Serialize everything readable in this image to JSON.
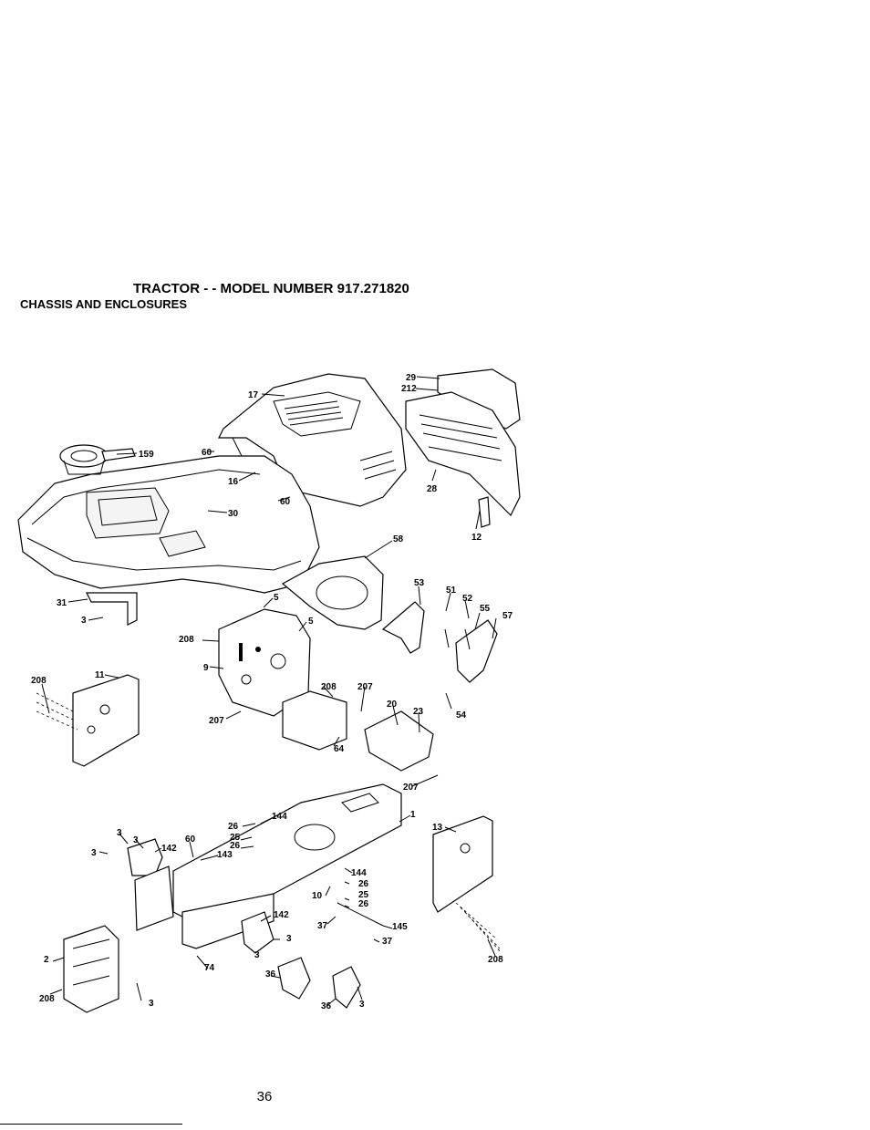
{
  "page": {
    "title": "TRACTOR - - MODEL NUMBER 917.271820",
    "subtitle": "CHASSIS AND ENCLOSURES",
    "page_number": "36"
  },
  "callouts": [
    {
      "id": "c17",
      "text": "17"
    },
    {
      "id": "c29",
      "text": "29"
    },
    {
      "id": "c212",
      "text": "212"
    },
    {
      "id": "c159",
      "text": "159"
    },
    {
      "id": "c60a",
      "text": "60"
    },
    {
      "id": "c16",
      "text": "16"
    },
    {
      "id": "c28",
      "text": "28"
    },
    {
      "id": "c60b",
      "text": "60"
    },
    {
      "id": "c30",
      "text": "30"
    },
    {
      "id": "c12",
      "text": "12"
    },
    {
      "id": "c58",
      "text": "58"
    },
    {
      "id": "c53",
      "text": "53"
    },
    {
      "id": "c51",
      "text": "51"
    },
    {
      "id": "c52",
      "text": "52"
    },
    {
      "id": "c55",
      "text": "55"
    },
    {
      "id": "c57",
      "text": "57"
    },
    {
      "id": "c31",
      "text": "31"
    },
    {
      "id": "c5a",
      "text": "5"
    },
    {
      "id": "c5b",
      "text": "5"
    },
    {
      "id": "c3a",
      "text": "3"
    },
    {
      "id": "c208a",
      "text": "208"
    },
    {
      "id": "c9",
      "text": "9"
    },
    {
      "id": "c208b",
      "text": "208"
    },
    {
      "id": "c11",
      "text": "11"
    },
    {
      "id": "c208c",
      "text": "208"
    },
    {
      "id": "c207a",
      "text": "207"
    },
    {
      "id": "c20",
      "text": "20"
    },
    {
      "id": "c23",
      "text": "23"
    },
    {
      "id": "c54",
      "text": "54"
    },
    {
      "id": "c207b",
      "text": "207"
    },
    {
      "id": "c64",
      "text": "64"
    },
    {
      "id": "c207c",
      "text": "207"
    },
    {
      "id": "c1",
      "text": "1"
    },
    {
      "id": "c26a",
      "text": "26"
    },
    {
      "id": "c144a",
      "text": "144"
    },
    {
      "id": "c25a",
      "text": "25"
    },
    {
      "id": "c26b",
      "text": "26"
    },
    {
      "id": "c13",
      "text": "13"
    },
    {
      "id": "c3b",
      "text": "3"
    },
    {
      "id": "c3c",
      "text": "3"
    },
    {
      "id": "c3d",
      "text": "3"
    },
    {
      "id": "c142a",
      "text": "142"
    },
    {
      "id": "c60c",
      "text": "60"
    },
    {
      "id": "c143",
      "text": "143"
    },
    {
      "id": "c144b",
      "text": "144"
    },
    {
      "id": "c26c",
      "text": "26"
    },
    {
      "id": "c10",
      "text": "10"
    },
    {
      "id": "c25b",
      "text": "25"
    },
    {
      "id": "c26d",
      "text": "26"
    },
    {
      "id": "c142b",
      "text": "142"
    },
    {
      "id": "c3e",
      "text": "3"
    },
    {
      "id": "c37a",
      "text": "37"
    },
    {
      "id": "c145",
      "text": "145"
    },
    {
      "id": "c37b",
      "text": "37"
    },
    {
      "id": "c2",
      "text": "2"
    },
    {
      "id": "c3f",
      "text": "3"
    },
    {
      "id": "c74",
      "text": "74"
    },
    {
      "id": "c208d",
      "text": "208"
    },
    {
      "id": "c36a",
      "text": "36"
    },
    {
      "id": "c3g",
      "text": "3"
    },
    {
      "id": "c208e",
      "text": "208"
    },
    {
      "id": "c3h",
      "text": "3"
    },
    {
      "id": "c36b",
      "text": "36"
    }
  ]
}
